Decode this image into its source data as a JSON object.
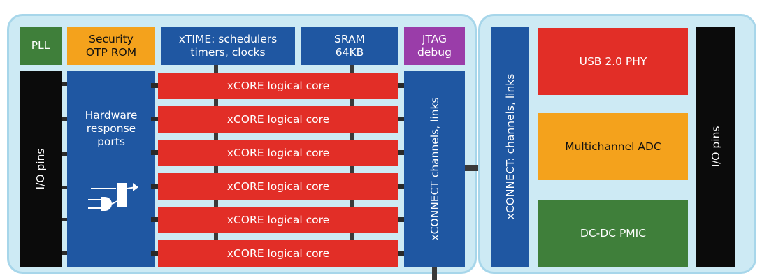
{
  "left_chip": {
    "pll": "PLL",
    "security": "Security\nOTP ROM",
    "xtime": "xTIME: schedulers\ntimers, clocks",
    "sram": "SRAM\n64KB",
    "jtag": "JTAG\ndebug",
    "io_pins": "I/O pins",
    "hw_ports": "Hardware\nresponse\nports",
    "xconnect": "xCONNECT\nchannels, links",
    "cores": [
      "xCORE logical core",
      "xCORE logical core",
      "xCORE logical core",
      "xCORE logical core",
      "xCORE logical core",
      "xCORE logical core"
    ]
  },
  "right_chip": {
    "xconnect": "xCONNECT: channels, links",
    "usb": "USB 2.0 PHY",
    "adc": "Multichannel ADC",
    "pmic": "DC-DC PMIC",
    "io_pins": "I/O pins"
  },
  "colors": {
    "panel_bg": "#cdeaf4",
    "blue": "#1f57a2",
    "red": "#e22e27",
    "orange": "#f4a21c",
    "green": "#3f7f3a",
    "purple": "#9a3da9",
    "black": "#0b0b0b"
  }
}
